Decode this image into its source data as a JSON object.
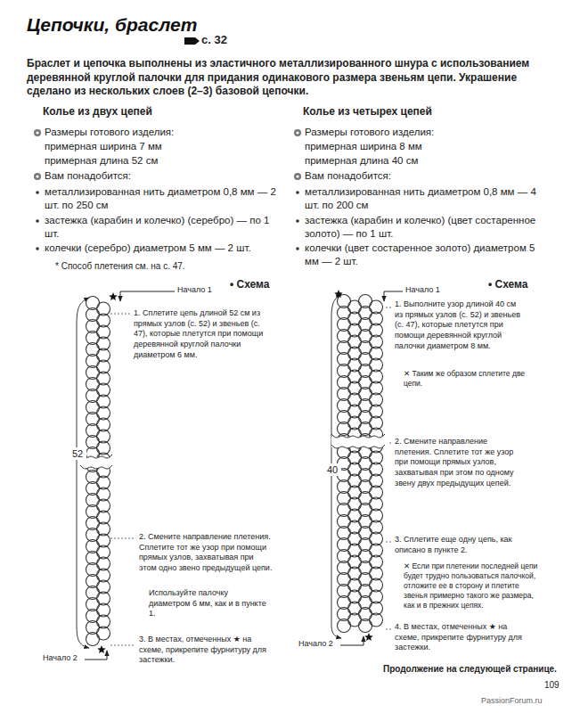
{
  "diagram": {
    "title": "Цепочки, браслет",
    "labels": [
      "с. 32",
      "Браслет и цепочка выполнены из эластичного металлизированного шнура с использованием деревянной круглой палочки для придания одинакового размера звеньям цепи. Украшение сделано из нескольких слоев (2–3) базовой цепочки.",
      "Колье из двух цепей",
      "Колье из четырех цепей",
      "Размеры готового изделия:",
      "примерная ширина 7 мм",
      "примерная длина 52 см",
      "Вам понадобится:",
      "металлизированная нить диаметром 0,8 мм — 2 шт. по 250 см",
      "застежка (карабин и колечко) (серебро) — по 1 шт.",
      "колечки (серебро) диаметром 5 мм — 2 шт.",
      "* Способ плетения см. на с. 47.",
      "Размеры готового изделия:",
      "примерная ширина 8 мм",
      "примерная длина 40 см",
      "Вам понадобится:",
      "металлизированная нить диаметром 0,8 мм — 4 шт. по 200 см",
      "застежка (карабин и колечко) (цвет состаренное золото) — по 1 шт.",
      "колечки (цвет состаренное золото) диаметром 5 мм — 2 шт.",
      "Начало 1",
      "• Схема",
      "1. Сплетите цепь длиной 52 см из прямых узлов (с. 52) и звеньев (с. 47), которые плетутся при помощи деревянной круглой палочки диаметром 6 мм.",
      "52",
      "2. Смените направление плетения. Сплетите тот же узор при помощи прямых узлов, захватывая при этом одно звено предыдущей цепи.",
      "Используйте палочку диаметром 6 мм, как и в пункте 1.",
      "3. В местах, отмеченных ★ на схеме, прикрепите фурнитуру для застежки.",
      "Начало 2",
      "Начало 1",
      "• Схема",
      "1. Выполните узор длиной 40 см из прямых узлов (с. 52) и звеньев (с. 47), которые плетутся при помощи деревянной круглой палочки диаметром 8 мм.",
      "✕ Таким же образом сплетите две цепи.",
      "40",
      "2. Смените направление плетения. Сплетите тот же узор при помощи прямых узлов, захватывая при этом по одному звену двух предыдущих цепей.",
      "3. Сплетите еще одну цепь, как описано в пункте 2.",
      "✕ Если при плетении последней цепи будет трудно пользоваться палочкой, отложите ее в сторону и плетите звенья примерно такого же размера, как и в прежних цепях.",
      "4. В местах, отмеченных ★ на схеме, прикрепите фурнитуру для застежки.",
      "Начало 2",
      "Продолжение на следующей странице.",
      "109",
      "PassionForum.ru"
    ]
  }
}
